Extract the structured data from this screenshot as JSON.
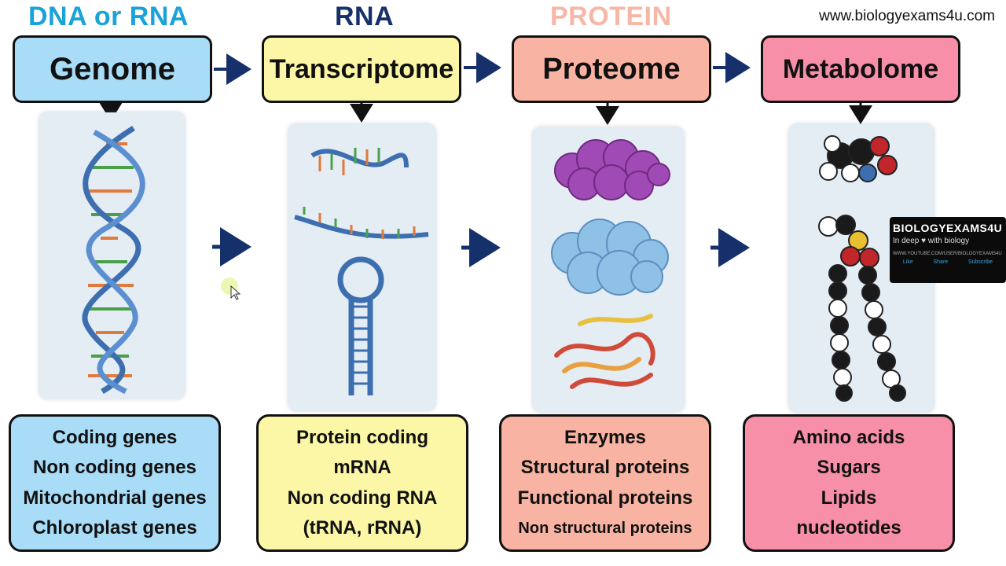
{
  "website": "www.biologyexams4u.com",
  "columns": [
    {
      "header": "DNA or RNA",
      "header_color": "#1aa3d9",
      "box": "Genome",
      "box_color": "#a9dcf7",
      "items": [
        "Coding genes",
        "Non coding genes",
        "Mitochondrial genes",
        "Chloroplast genes"
      ]
    },
    {
      "header": "RNA",
      "header_color": "#16306b",
      "box": "Transcriptome",
      "box_color": "#fbf7a6",
      "items": [
        "Protein coding",
        "mRNA",
        "Non coding RNA",
        "(tRNA, rRNA)"
      ]
    },
    {
      "header": "PROTEIN",
      "header_color": "#f7b7a7",
      "box": "Proteome",
      "box_color": "#f9b3a2",
      "items": [
        "Enzymes",
        "Structural proteins",
        "Functional proteins",
        "Non structural proteins"
      ]
    },
    {
      "header": "",
      "header_color": "",
      "box": "Metabolome",
      "box_color": "#f78fa8",
      "items": [
        "Amino acids",
        "Sugars",
        "Lipids",
        "nucleotides"
      ]
    }
  ],
  "badge": {
    "brand": "BIOLOGYEXAMS4U",
    "tagline": "In deep ♥ with biology",
    "url": "WWW.YOUTUBE.COM/USER/BIOLOGYEXAMS4U",
    "actions": [
      "Like",
      "Share",
      "Subscribe"
    ]
  },
  "colors": {
    "arrow": "#16306b",
    "outline": "#111111",
    "panel": "#e4ecf4"
  }
}
